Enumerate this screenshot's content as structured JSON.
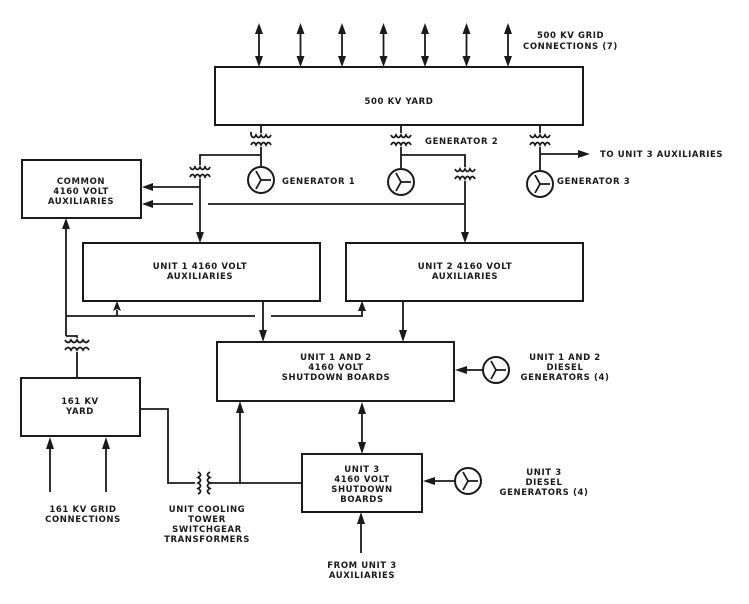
{
  "diagram": {
    "colors": {
      "ink": "#1a1a1a",
      "background": "#ffffff"
    },
    "grid_500kv": {
      "label_line1": "500 KV GRID",
      "label_line2": "CONNECTIONS (7)",
      "count": 7
    },
    "yard_500kv": {
      "label": "500 KV YARD"
    },
    "generators": [
      {
        "label": "GENERATOR 1"
      },
      {
        "label": "GENERATOR 2"
      },
      {
        "label": "GENERATOR 3"
      }
    ],
    "to_unit3_aux": {
      "label": "TO UNIT 3 AUXILIARIES"
    },
    "common_aux": {
      "line1": "COMMON",
      "line2": "4160 VOLT",
      "line3": "AUXILIARIES"
    },
    "unit1_aux": {
      "line1": "UNIT 1 4160 VOLT",
      "line2": "AUXILIARIES"
    },
    "unit2_aux": {
      "line1": "UNIT 2 4160 VOLT",
      "line2": "AUXILIARIES"
    },
    "unit12_shutdown": {
      "line1": "UNIT 1 AND 2",
      "line2": "4160 VOLT",
      "line3": "SHUTDOWN BOARDS"
    },
    "unit12_diesel": {
      "line1": "UNIT 1 AND 2",
      "line2": "DIESEL",
      "line3": "GENERATORS (4)"
    },
    "yard_161kv": {
      "line1": "161 KV",
      "line2": "YARD"
    },
    "grid_161kv": {
      "line1": "161 KV GRID",
      "line2": "CONNECTIONS"
    },
    "cooling_tower": {
      "line1": "UNIT COOLING",
      "line2": "TOWER",
      "line3": "SWITCHGEAR",
      "line4": "TRANSFORMERS"
    },
    "unit3_shutdown": {
      "line1": "UNIT 3",
      "line2": "4160 VOLT",
      "line3": "SHUTDOWN",
      "line4": "BOARDS"
    },
    "unit3_diesel": {
      "line1": "UNIT 3",
      "line2": "DIESEL",
      "line3": "GENERATORS (4)"
    },
    "from_unit3_aux": {
      "line1": "FROM UNIT 3",
      "line2": "AUXILIARIES"
    }
  }
}
